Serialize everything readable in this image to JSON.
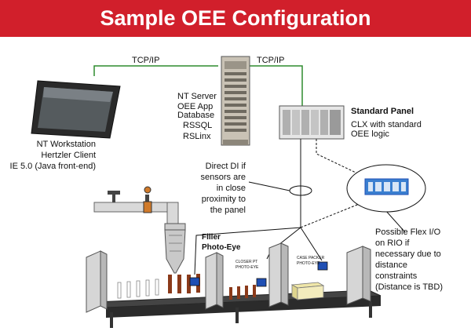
{
  "title": "Sample OEE Configuration",
  "links": {
    "tcp_left": "TCP/IP",
    "tcp_right": "TCP/IP"
  },
  "workstation": {
    "lines": [
      "NT Workstation",
      "Hertzler Client",
      "IE 5.0 (Java front-end)"
    ]
  },
  "server": {
    "lines": [
      "NT Server",
      "OEE App",
      "Database",
      "RSSQL",
      "RSLinx"
    ]
  },
  "panel": {
    "title": "Standard Panel",
    "lines": [
      "CLX with standard",
      "OEE logic"
    ]
  },
  "direct_di": {
    "lines": [
      "Direct DI if",
      "sensors are",
      "in close",
      "proximity to",
      "the panel"
    ]
  },
  "flex_io": {
    "lines": [
      "Possible Flex I/O",
      "on RIO if",
      "necessary due to",
      "distance",
      "constraints",
      "(Distance is TBD)"
    ]
  },
  "filler": {
    "lines": [
      "Filler",
      "Photo-Eye"
    ]
  },
  "sensors": {
    "closer": [
      "CLOSER PT",
      "PHOTO-EYE"
    ],
    "case_packer": [
      "CASE PACKER",
      "PHOTO-EYE"
    ]
  },
  "colors": {
    "banner": "#d11f2b",
    "network_line": "#2e8b2e",
    "conveyor": "#3a3a3a",
    "bottle": "#8b3a1a",
    "sensor_blue": "#1f4fb4"
  }
}
